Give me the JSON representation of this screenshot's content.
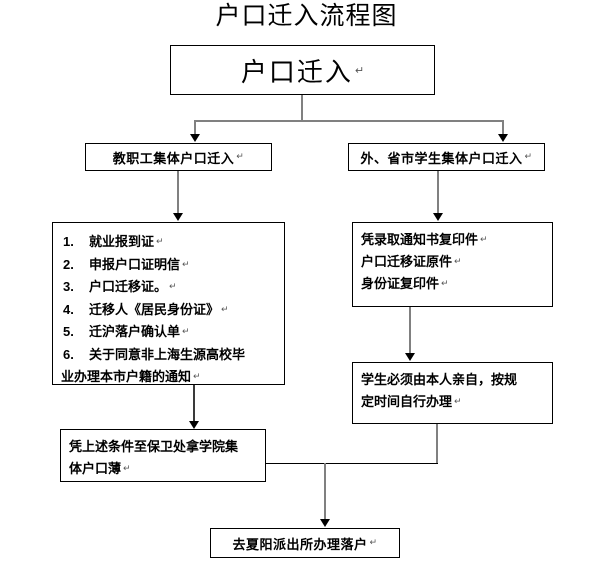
{
  "chart_data": {
    "type": "diagram",
    "title": "户口迁入流程图",
    "orientation": "top-down flowchart",
    "nodes": [
      {
        "id": "root",
        "label": "户口迁入"
      },
      {
        "id": "staff",
        "label": "教职工集体户口迁入"
      },
      {
        "id": "student",
        "label": "外、省市学生集体户口迁入"
      },
      {
        "id": "staff_docs",
        "label": "1. 就业报到证 2. 申报户口证明信 3. 户口迁移证。 4. 迁移人《居民身份证》 5. 迁沪落户确认单 6. 关于同意非上海生源高校毕业办理本市户籍的通知"
      },
      {
        "id": "student_docs",
        "label": "凭录取通知书复印件 户口迁移证原件 身份证复印件"
      },
      {
        "id": "student_inperson",
        "label": "学生必须由本人亲自，按规定时间自行办理"
      },
      {
        "id": "security_office",
        "label": "凭上述条件至保卫处拿学院集体户口薄"
      },
      {
        "id": "final",
        "label": "去夏阳派出所办理落户"
      }
    ],
    "edges": [
      {
        "from": "root",
        "to": "staff"
      },
      {
        "from": "root",
        "to": "student"
      },
      {
        "from": "staff",
        "to": "staff_docs"
      },
      {
        "from": "student",
        "to": "student_docs"
      },
      {
        "from": "student_docs",
        "to": "student_inperson"
      },
      {
        "from": "staff_docs",
        "to": "security_office"
      },
      {
        "from": "security_office",
        "to": "final"
      },
      {
        "from": "student_inperson",
        "to": "final"
      }
    ]
  },
  "page": {
    "title": "户口迁入流程图"
  },
  "nodes": {
    "root": {
      "label": "户口迁入",
      "mark": "↵"
    },
    "staff": {
      "label": "教职工集体户口迁入",
      "mark": "↵"
    },
    "student": {
      "label": "外、省市学生集体户口迁入",
      "mark": "↵"
    },
    "staff_docs": {
      "items": [
        {
          "num": "1.",
          "text": "就业报到证",
          "mark": "↵"
        },
        {
          "num": "2.",
          "text": "申报户口证明信",
          "mark": "↵"
        },
        {
          "num": "3.",
          "text": "户口迁移证。",
          "mark": "↵"
        },
        {
          "num": "4.",
          "text": "迁移人《居民身份证》",
          "mark": "↵"
        },
        {
          "num": "5.",
          "text": "迁沪落户确认单",
          "mark": "↵"
        },
        {
          "num": "6.",
          "text": "关于同意非上海生源高校毕",
          "mark": ""
        }
      ],
      "continuation": "业办理本市户籍的通知",
      "continuation_mark": "↵"
    },
    "student_docs": {
      "lines": [
        {
          "text": "凭录取通知书复印件",
          "mark": "↵"
        },
        {
          "text": "户口迁移证原件",
          "mark": "↵"
        },
        {
          "text": "身份证复印件",
          "mark": "↵"
        }
      ]
    },
    "student_inperson": {
      "lines": [
        {
          "text": "学生必须由本人亲自，按规",
          "mark": ""
        },
        {
          "text": "定时间自行办理",
          "mark": "↵"
        }
      ]
    },
    "security_office": {
      "lines": [
        {
          "text": "凭上述条件至保卫处拿学院集",
          "mark": ""
        },
        {
          "text": "体户口薄",
          "mark": "↵"
        }
      ]
    },
    "final": {
      "label": "去夏阳派出所办理落户",
      "mark": "↵"
    }
  },
  "colors": {
    "border": "#000000",
    "connector": "#808080",
    "arrow": "#000000",
    "background": "#ffffff",
    "text": "#000000"
  }
}
